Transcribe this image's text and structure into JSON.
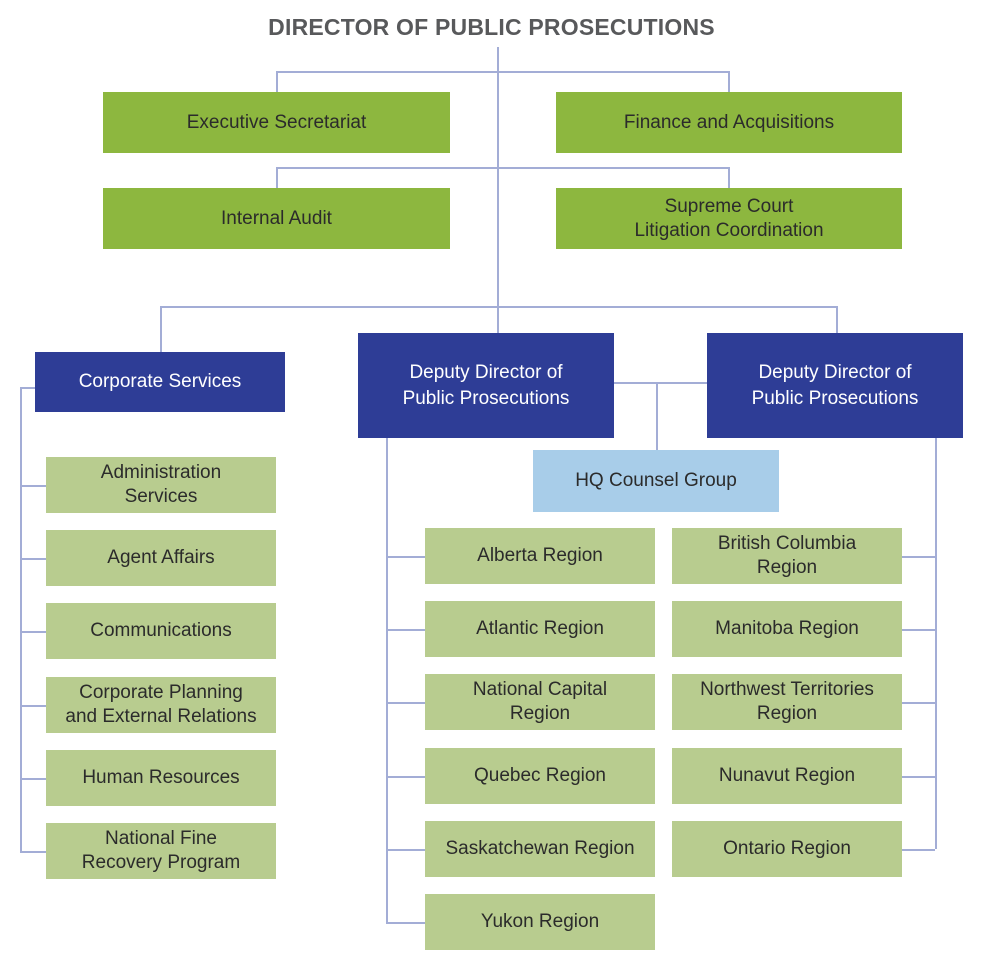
{
  "title": "DIRECTOR OF PUBLIC PROSECUTIONS",
  "org": {
    "staff_offices": [
      {
        "label": "Executive Secretariat"
      },
      {
        "label": "Finance and Acquisitions"
      },
      {
        "label": "Internal Audit"
      },
      {
        "label": "Supreme Court\nLitigation Coordination"
      }
    ],
    "corporate_services": {
      "label": "Corporate Services",
      "children": [
        {
          "label": "Administration\nServices"
        },
        {
          "label": "Agent Affairs"
        },
        {
          "label": "Communications"
        },
        {
          "label": "Corporate Planning\nand External Relations"
        },
        {
          "label": "Human Resources"
        },
        {
          "label": "National Fine\nRecovery Program"
        }
      ]
    },
    "deputy_director_left": {
      "label": "Deputy Director of\nPublic Prosecutions",
      "regions": [
        {
          "label": "Alberta Region"
        },
        {
          "label": "Atlantic Region"
        },
        {
          "label": "National Capital\nRegion"
        },
        {
          "label": "Quebec Region"
        },
        {
          "label": "Saskatchewan Region"
        },
        {
          "label": "Yukon Region"
        }
      ]
    },
    "hq_counsel_group": {
      "label": "HQ Counsel Group"
    },
    "deputy_director_right": {
      "label": "Deputy Director of\nPublic Prosecutions",
      "regions": [
        {
          "label": "British Columbia\nRegion"
        },
        {
          "label": "Manitoba Region"
        },
        {
          "label": "Northwest Territories\nRegion"
        },
        {
          "label": "Nunavut Region"
        },
        {
          "label": "Ontario Region"
        }
      ]
    }
  },
  "colors": {
    "staff_box_green": "#8DB73F",
    "region_box_green": "#B8CC8F",
    "director_box_blue": "#2E3D96",
    "hq_box_blue": "#A8CDE9",
    "connector_line": "#A3ADD6",
    "title_text": "#58595B",
    "box_text": "#2B2B2B",
    "director_text": "#FFFFFF"
  }
}
